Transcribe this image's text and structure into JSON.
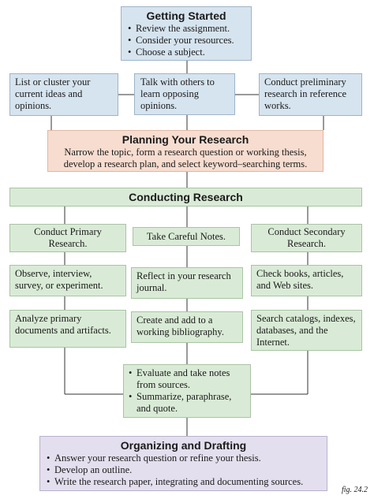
{
  "getting_started": {
    "title": "Getting Started",
    "items": [
      "Review the assignment.",
      "Consider your resources.",
      "Choose a subject."
    ]
  },
  "prelim": {
    "left": "List or cluster your current ideas and opinions.",
    "middle": "Talk with others to learn opposing opinions.",
    "right": "Conduct preliminary research in reference works."
  },
  "planning": {
    "title": "Planning Your Research",
    "text": "Narrow the topic, form a research question or working thesis, develop a research plan, and select keyword–searching terms."
  },
  "conducting": {
    "title": "Conducting Research"
  },
  "primary": {
    "heading": "Conduct Primary Research.",
    "step1": "Observe, interview, survey, or experiment.",
    "step2": "Analyze primary documents and artifacts."
  },
  "notes": {
    "heading": "Take Careful Notes.",
    "step1": "Reflect in your research journal.",
    "step2": "Create and add to a working bibliography."
  },
  "secondary": {
    "heading": "Conduct Secondary Research.",
    "step1": "Check books, articles, and Web sites.",
    "step2": "Search catalogs, indexes, databases, and the Internet."
  },
  "evaluate": {
    "items": [
      "Evaluate and take notes from sources.",
      "Summarize, paraphrase, and quote."
    ]
  },
  "organizing": {
    "title": "Organizing and Drafting",
    "items": [
      "Answer your research question or refine your thesis.",
      "Develop an outline.",
      "Write the research paper, integrating and documenting sources."
    ]
  },
  "caption": "fig. 24.2",
  "colors": {
    "blue_box": "#d6e4ef",
    "green_box": "#d9ebd6",
    "peach_box": "#f7ddd0",
    "lavender_box": "#e4dfee",
    "line": "#333333"
  }
}
